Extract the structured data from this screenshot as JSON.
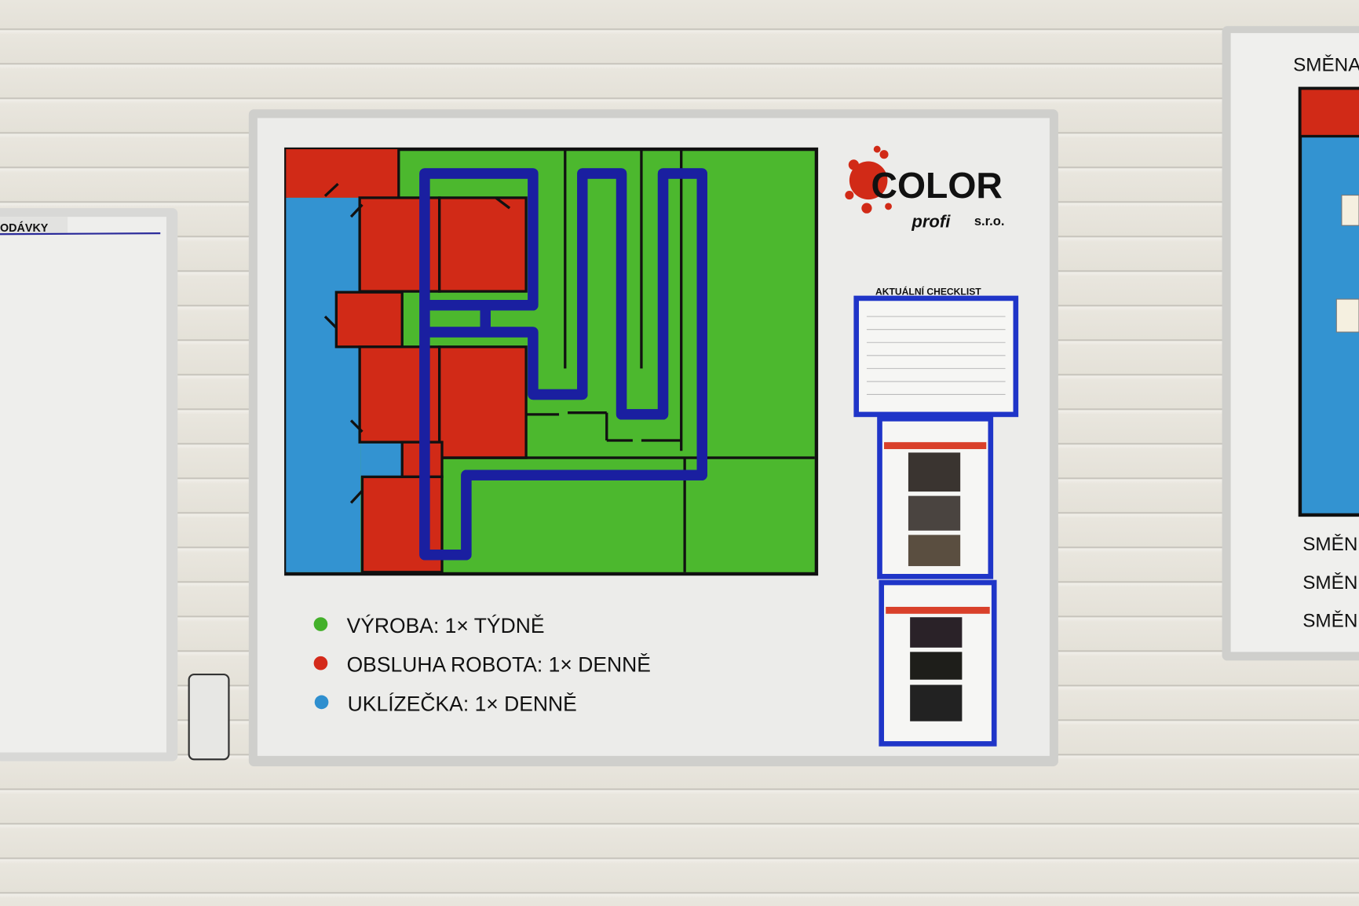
{
  "left_board": {
    "header": "ODÁVKY"
  },
  "main_board": {
    "logo": {
      "word": "COLOR",
      "sub": "profi",
      "suffix": "s.r.o."
    },
    "checklist_label": "AKTUÁLNÍ CHECKLIST",
    "legend": [
      {
        "label": "VÝROBA: 1× TÝDNĚ",
        "color": "#43b02a"
      },
      {
        "label": "OBSLUHA ROBOTA: 1× DENNĚ",
        "color": "#d42a1a"
      },
      {
        "label": "UKLÍZEČKA: 1× DENNĚ",
        "color": "#2f8fcf"
      }
    ],
    "map_colors": {
      "production": "#4cb82e",
      "robot": "#d12a17",
      "cleaning": "#3393d1",
      "route": "#1a1fa0"
    }
  },
  "right_board": {
    "title": "SMĚNA",
    "rows": [
      "SMĚN",
      "SMĚN",
      "SMĚN"
    ]
  }
}
